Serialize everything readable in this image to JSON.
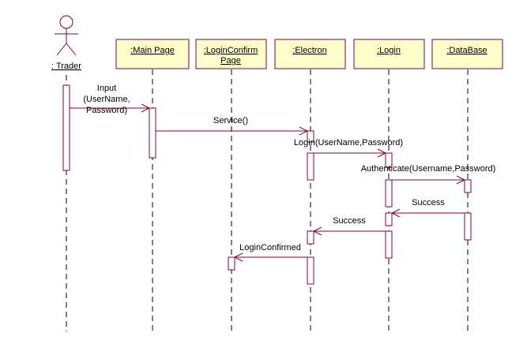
{
  "actor": {
    "label": ": Trader"
  },
  "objects": [
    {
      "id": "main_page",
      "label": ":Main Page"
    },
    {
      "id": "login_confirm_page",
      "label_line1": ":LoginConfirm",
      "label_line2": "Page"
    },
    {
      "id": "electron",
      "label": ":Electron"
    },
    {
      "id": "login",
      "label": ":Login"
    },
    {
      "id": "database",
      "label": ":DataBase"
    }
  ],
  "messages": {
    "input_line1": "Input",
    "input_line2": "(UserName,",
    "input_line3": "Password)",
    "service": "Service()",
    "login": "Login(UserName,Password)",
    "authenticate": "Authenticate(Username,Password)",
    "success_db": "Success",
    "success_login": "Success",
    "login_confirmed": "LoginConfirmed"
  },
  "colors": {
    "box_fill": "#ffffcc",
    "line_color": "#800040",
    "lifeline_color": "#000000",
    "text_color": "#000000"
  }
}
